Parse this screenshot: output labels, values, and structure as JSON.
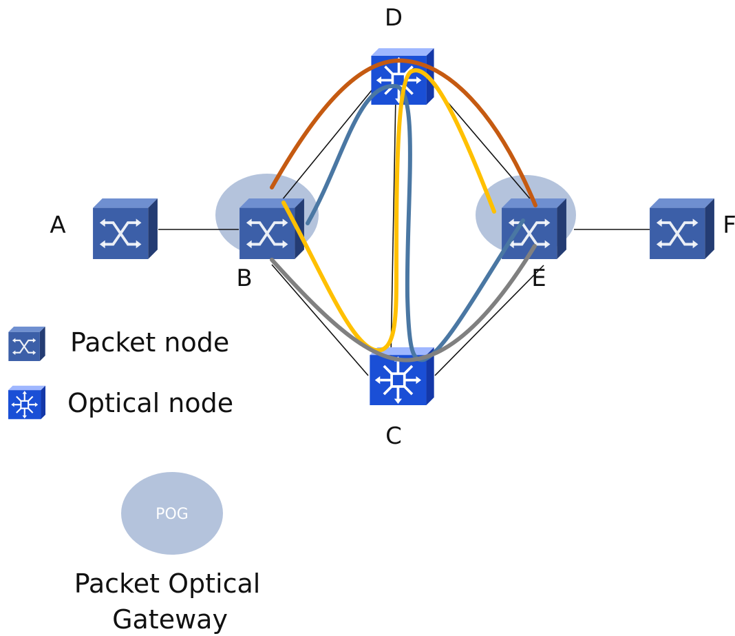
{
  "nodes": {
    "A": {
      "label": "A",
      "kind": "packet"
    },
    "B": {
      "label": "B",
      "kind": "packet",
      "pog": true
    },
    "C": {
      "label": "C",
      "kind": "optical"
    },
    "D": {
      "label": "D",
      "kind": "optical"
    },
    "E": {
      "label": "E",
      "kind": "packet",
      "pog": true
    },
    "F": {
      "label": "F",
      "kind": "packet"
    }
  },
  "links": [
    [
      "A",
      "B"
    ],
    [
      "B",
      "D"
    ],
    [
      "B",
      "C"
    ],
    [
      "D",
      "E"
    ],
    [
      "C",
      "E"
    ],
    [
      "D",
      "C"
    ],
    [
      "E",
      "F"
    ]
  ],
  "paths": [
    {
      "color": "#c55a11",
      "route": [
        "B",
        "D",
        "E"
      ]
    },
    {
      "color": "#4a77a3",
      "route": [
        "B",
        "D",
        "C",
        "E"
      ]
    },
    {
      "color": "#ffc000",
      "route": [
        "B",
        "C",
        "D",
        "E"
      ]
    },
    {
      "color": "#808080",
      "route": [
        "B",
        "C",
        "E"
      ]
    }
  ],
  "legend": {
    "packet_node": "Packet node",
    "optical_node": "Optical node",
    "pog_badge": "POG",
    "pog_caption_line1": "Packet Optical",
    "pog_caption_line2": "Gateway"
  },
  "colors": {
    "node_blue": "#3c5fa8",
    "optical_blue": "#1a4fd6",
    "pog_fill": "#b4c3dc"
  }
}
